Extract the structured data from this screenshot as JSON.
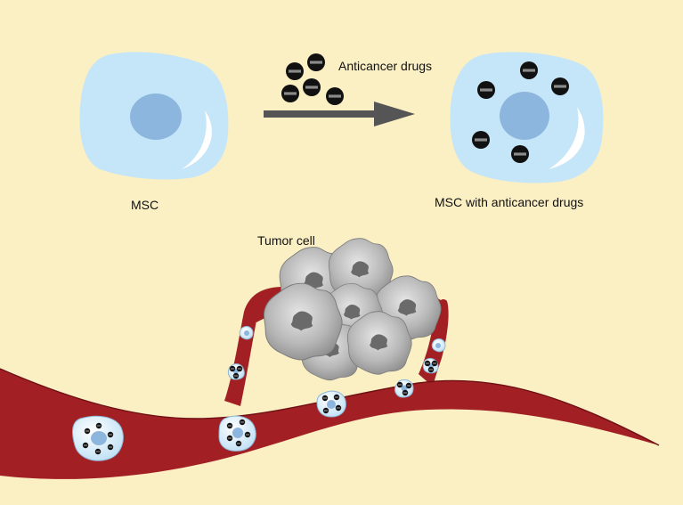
{
  "labels": {
    "msc": "MSC",
    "drugs": "Anticancer drugs",
    "msc_with_drugs": "MSC with anticancer drugs",
    "tumor": "Tumor cell"
  },
  "colors": {
    "background": "#fbefc4",
    "cell_fill": "#c5e6f8",
    "nucleus": "#8db6df",
    "drug": "#111111",
    "vessel": "#a21f24",
    "arrow": "#555555",
    "tumor": "#9a9a9a"
  }
}
